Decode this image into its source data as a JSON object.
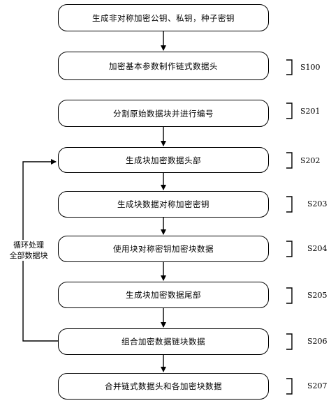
{
  "steps": [
    {
      "text": "生成非对称加密公钥、私钥，种子密钥",
      "id": ""
    },
    {
      "text": "加密基本参数制作链式数据头",
      "id": "S100"
    },
    {
      "text": "分割原始数据块并进行编号",
      "id": "S201"
    },
    {
      "text": "生成块加密数据头部",
      "id": "S202"
    },
    {
      "text": "生成块数据对称加密密钥",
      "id": "S203"
    },
    {
      "text": "使用块对称密钥加密块数据",
      "id": "S204"
    },
    {
      "text": "生成块加密数据尾部",
      "id": "S205"
    },
    {
      "text": "组合加密数据链块数据",
      "id": "S206"
    },
    {
      "text": "合并链式数据头和各加密块数据",
      "id": "S207"
    }
  ],
  "loop_label": [
    "循环处理",
    "全部数据块"
  ]
}
